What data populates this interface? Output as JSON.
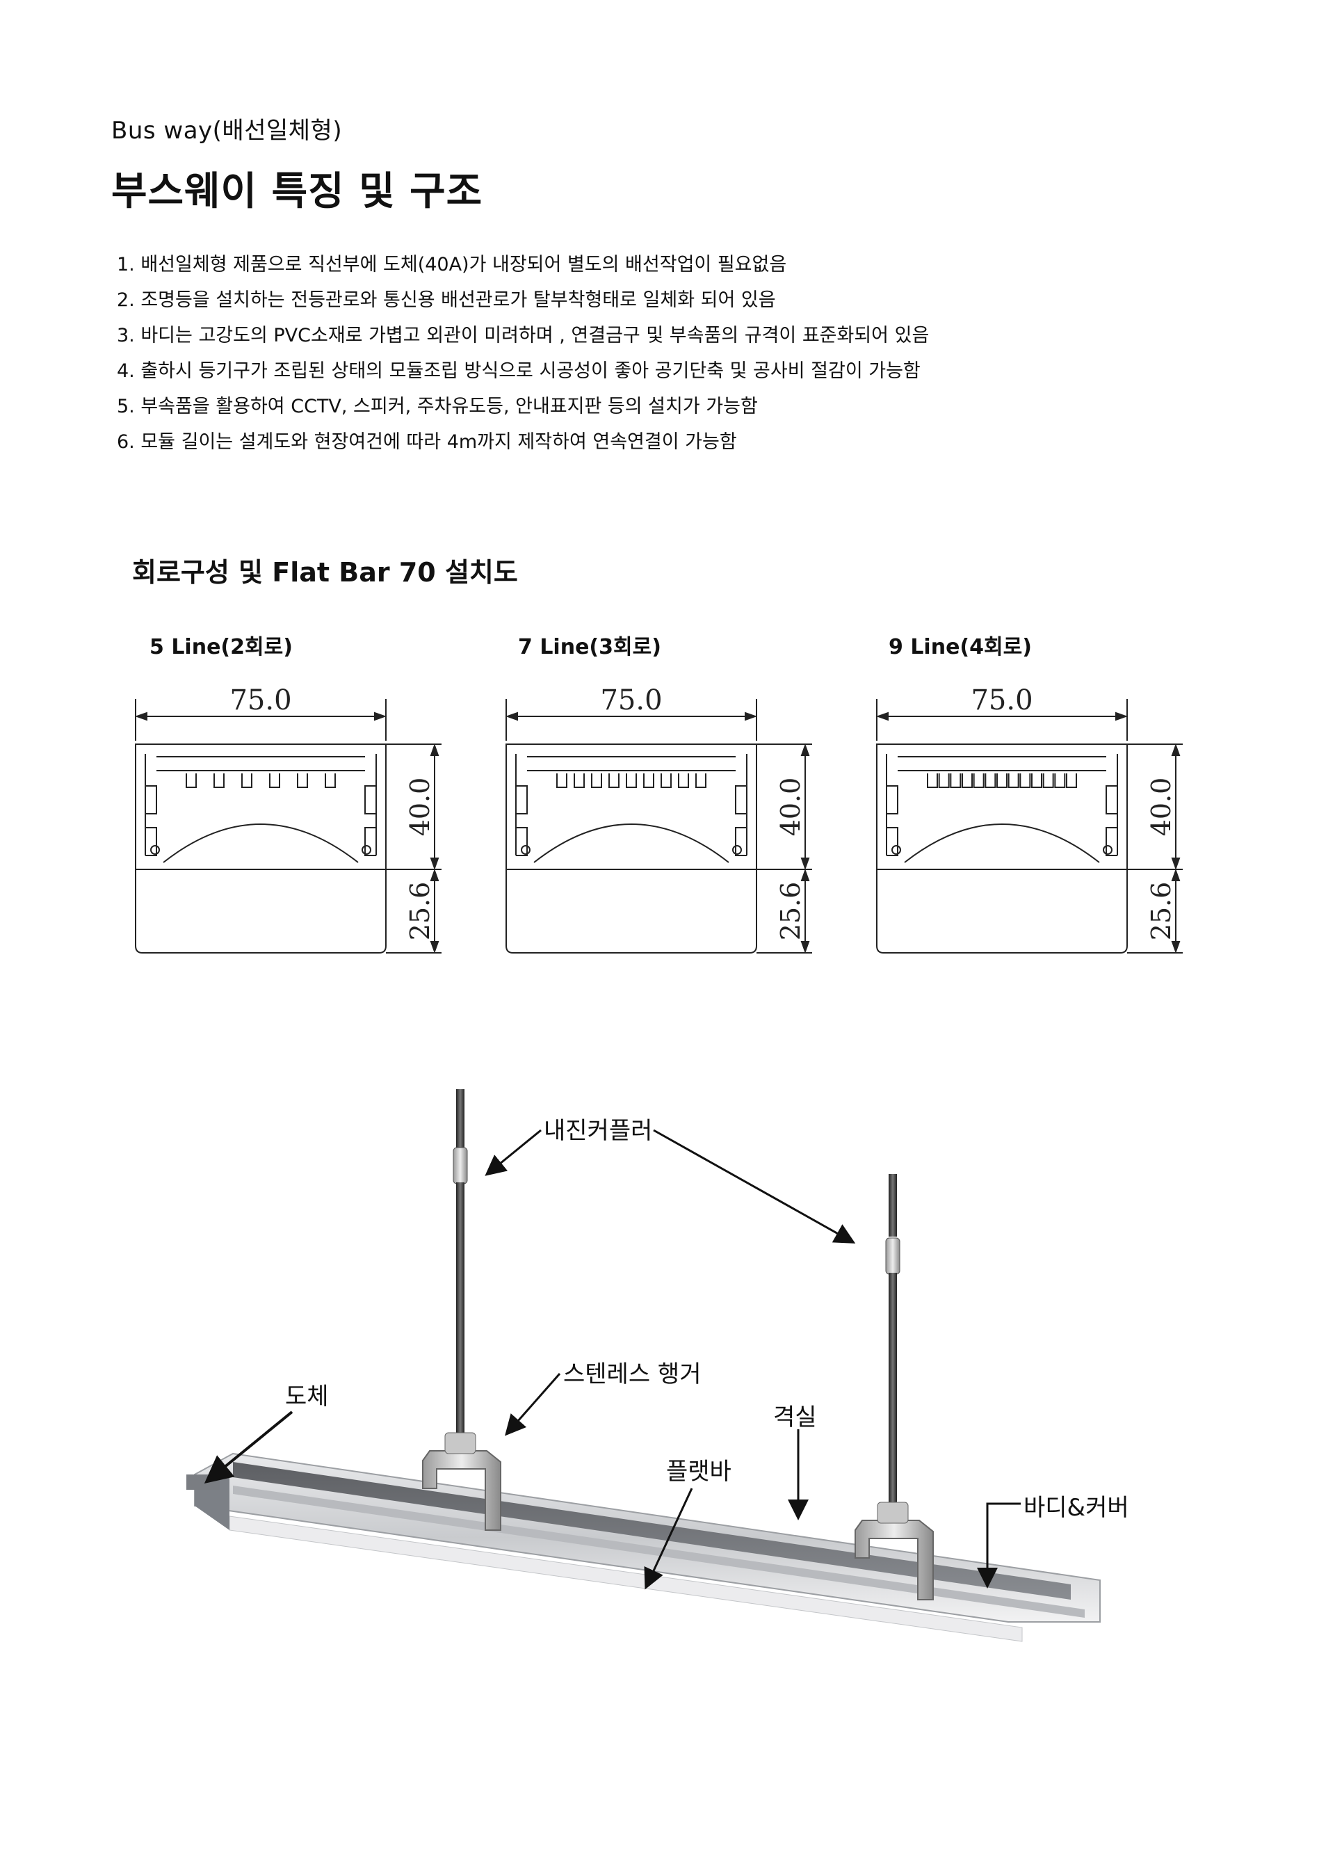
{
  "header": {
    "subtitle": "Bus way(배선일체형)",
    "title": "부스웨이 특징  및 구조"
  },
  "features": [
    "1. 배선일체형 제품으로 직선부에 도체(40A)가 내장되어 별도의 배선작업이 필요없음",
    "2. 조명등을 설치하는 전등관로와 통신용 배선관로가 탈부착형태로 일체화 되어 있음",
    "3. 바디는 고강도의 PVC소재로 가볍고 외관이 미려하며 , 연결금구 및 부속품의 규격이 표준화되어 있음",
    "4. 출하시 등기구가 조립된 상태의  모듈조립 방식으로 시공성이 좋아 공기단축 및 공사비 절감이 가능함",
    "5. 부속품을 활용하여 CCTV, 스피커, 주차유도등, 안내표지판 등의 설치가 가능함",
    "6. 모듈 길이는 설계도와 현장여건에 따라 4m까지 제작하여 연속연결이 가능함"
  ],
  "section_title": "회로구성 및  Flat Bar 70 설치도",
  "profiles": [
    {
      "label": "5 Line(2회로)",
      "width": "75.0",
      "height_upper": "40.0",
      "height_lower": "25.6",
      "slots": 6
    },
    {
      "label": "7 Line(3회로)",
      "width": "75.0",
      "height_upper": "40.0",
      "height_lower": "25.6",
      "slots": 9
    },
    {
      "label": "9 Line(4회로)",
      "width": "75.0",
      "height_upper": "40.0",
      "height_lower": "25.6",
      "slots": 13
    }
  ],
  "callouts": {
    "coupler": "내진커플러",
    "hanger": "스텐레스 행거",
    "conductor": "도체",
    "partition": "격실",
    "flatbar": "플랫바",
    "body_cover": "바디&커버"
  }
}
